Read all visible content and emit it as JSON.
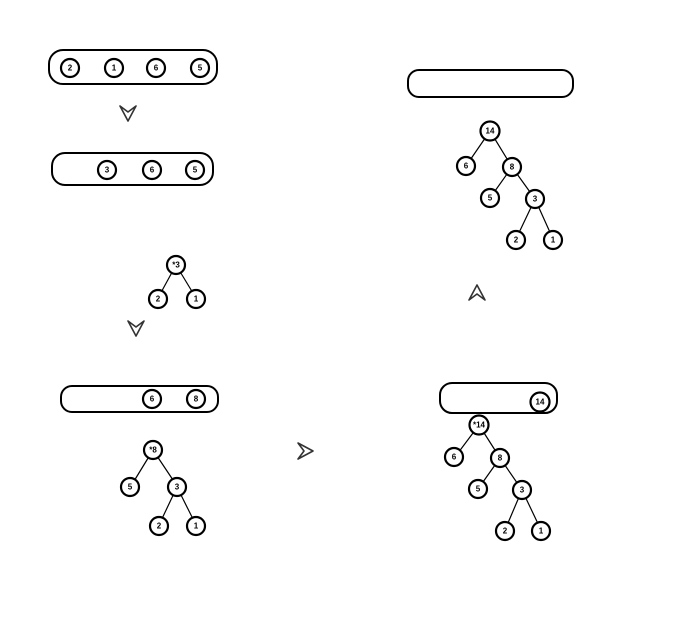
{
  "diagram": {
    "step1": {
      "queue": [
        "2",
        "1",
        "6",
        "5"
      ]
    },
    "step2": {
      "queue": [
        "3",
        "6",
        "5"
      ],
      "tree": {
        "root": "*3",
        "left": "2",
        "right": "1"
      }
    },
    "step3": {
      "queue": [
        "6",
        "8"
      ],
      "tree": {
        "root": "*8",
        "left": "5",
        "right": "3",
        "right_left": "2",
        "right_right": "1"
      }
    },
    "step4": {
      "queue": [
        "14"
      ],
      "tree": {
        "root": "*14",
        "left": "6",
        "right": "8",
        "right_left": "5",
        "right_right": "3",
        "deep_left": "2",
        "deep_right": "1"
      }
    },
    "step5": {
      "queue": [],
      "tree": {
        "root": "14",
        "left": "6",
        "right": "8",
        "right_left": "5",
        "right_right": "3",
        "deep_left": "2",
        "deep_right": "1"
      }
    },
    "arrows": [
      "arrow-down",
      "arrow-down",
      "arrow-right",
      "arrow-up"
    ]
  }
}
